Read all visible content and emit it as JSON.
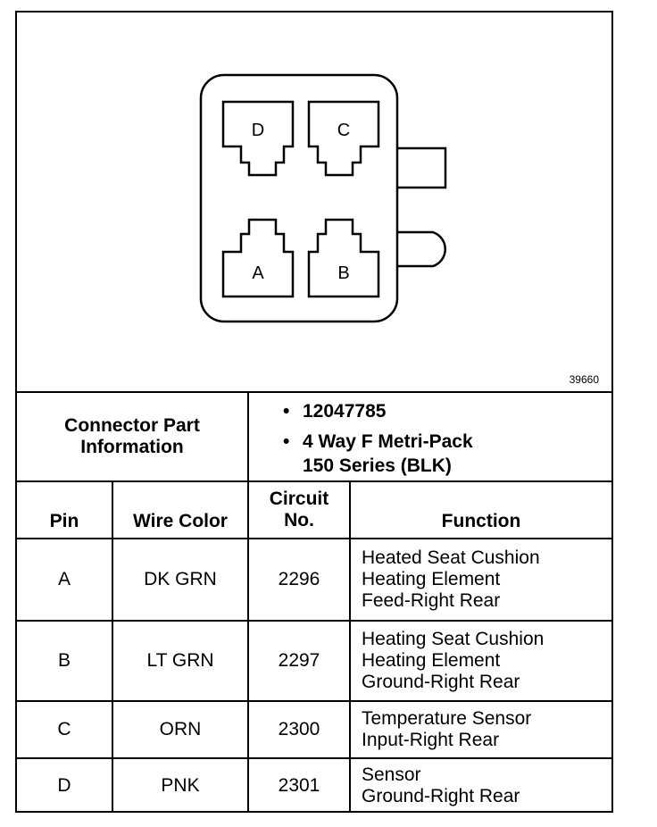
{
  "figure_number": "39660",
  "connector_diagram": {
    "pins": [
      {
        "label": "D"
      },
      {
        "label": "C"
      },
      {
        "label": "A"
      },
      {
        "label": "B"
      }
    ]
  },
  "connector_info": {
    "label_line1": "Connector Part",
    "label_line2": "Information",
    "part_number": "12047785",
    "description_line1": "4 Way F Metri-Pack",
    "description_line2": "150 Series (BLK)"
  },
  "table": {
    "headers": {
      "pin": "Pin",
      "wire_color": "Wire Color",
      "circuit_line1": "Circuit",
      "circuit_line2": "No.",
      "function": "Function"
    },
    "rows": [
      {
        "pin": "A",
        "wire_color": "DK GRN",
        "circuit": "2296",
        "function": [
          "Heated Seat Cushion",
          "Heating Element",
          "Feed-Right Rear"
        ]
      },
      {
        "pin": "B",
        "wire_color": "LT GRN",
        "circuit": "2297",
        "function": [
          "Heating Seat Cushion",
          "Heating Element",
          "Ground-Right Rear"
        ]
      },
      {
        "pin": "C",
        "wire_color": "ORN",
        "circuit": "2300",
        "function": [
          "Temperature Sensor",
          "Input-Right Rear"
        ]
      },
      {
        "pin": "D",
        "wire_color": "PNK",
        "circuit": "2301",
        "function": [
          "Sensor",
          "Ground-Right Rear"
        ]
      }
    ]
  }
}
